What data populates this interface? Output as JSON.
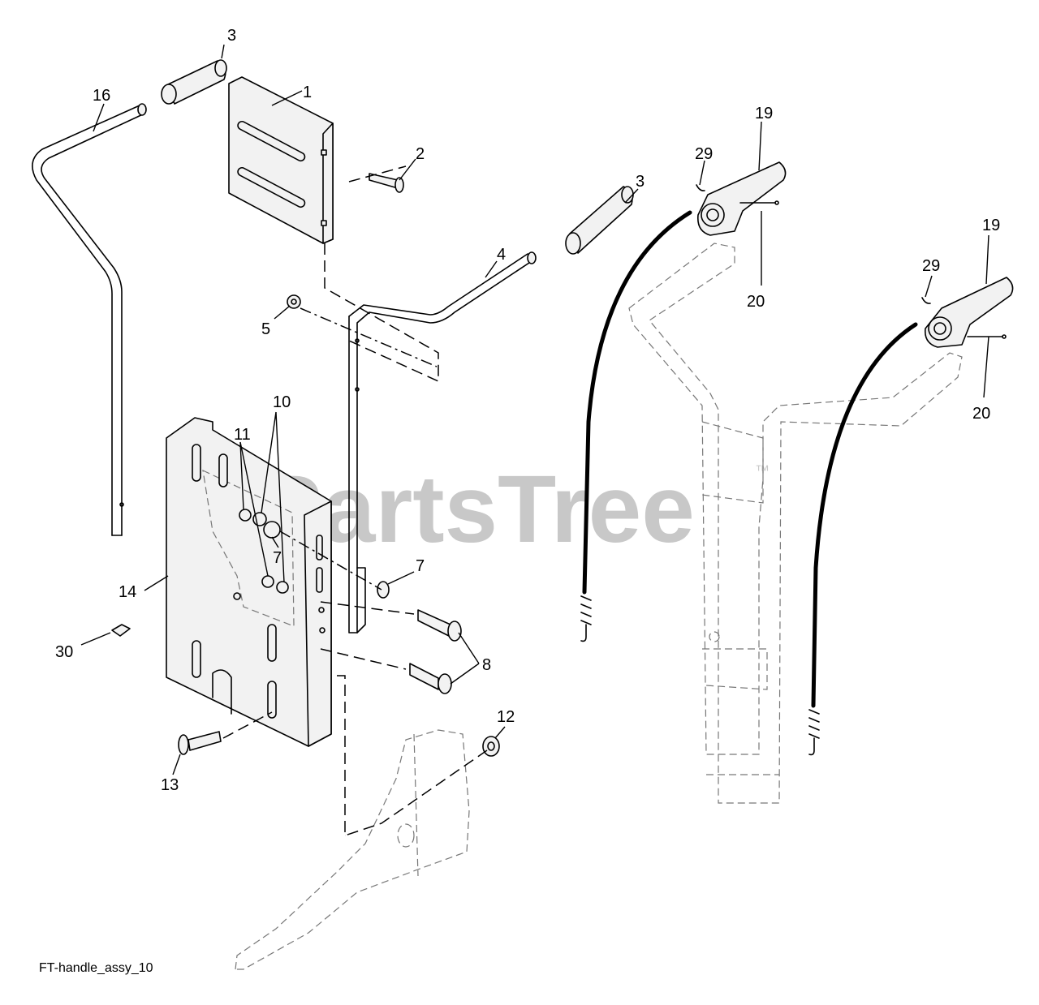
{
  "watermark": {
    "text": "PartsTree",
    "tm": "™"
  },
  "caption": "FT-handle_assy_10",
  "callouts": [
    {
      "id": "c3a",
      "text": "3"
    },
    {
      "id": "c16",
      "text": "16"
    },
    {
      "id": "c1",
      "text": "1"
    },
    {
      "id": "c2",
      "text": "2"
    },
    {
      "id": "c19a",
      "text": "19"
    },
    {
      "id": "c29a",
      "text": "29"
    },
    {
      "id": "c3b",
      "text": "3"
    },
    {
      "id": "c20a",
      "text": "20"
    },
    {
      "id": "c19b",
      "text": "19"
    },
    {
      "id": "c29b",
      "text": "29"
    },
    {
      "id": "c20b",
      "text": "20"
    },
    {
      "id": "c4",
      "text": "4"
    },
    {
      "id": "c5",
      "text": "5"
    },
    {
      "id": "c10",
      "text": "10"
    },
    {
      "id": "c11",
      "text": "11"
    },
    {
      "id": "c7a",
      "text": "7"
    },
    {
      "id": "c7b",
      "text": "7"
    },
    {
      "id": "c14",
      "text": "14"
    },
    {
      "id": "c30",
      "text": "30"
    },
    {
      "id": "c8",
      "text": "8"
    },
    {
      "id": "c12",
      "text": "12"
    },
    {
      "id": "c13",
      "text": "13"
    }
  ]
}
